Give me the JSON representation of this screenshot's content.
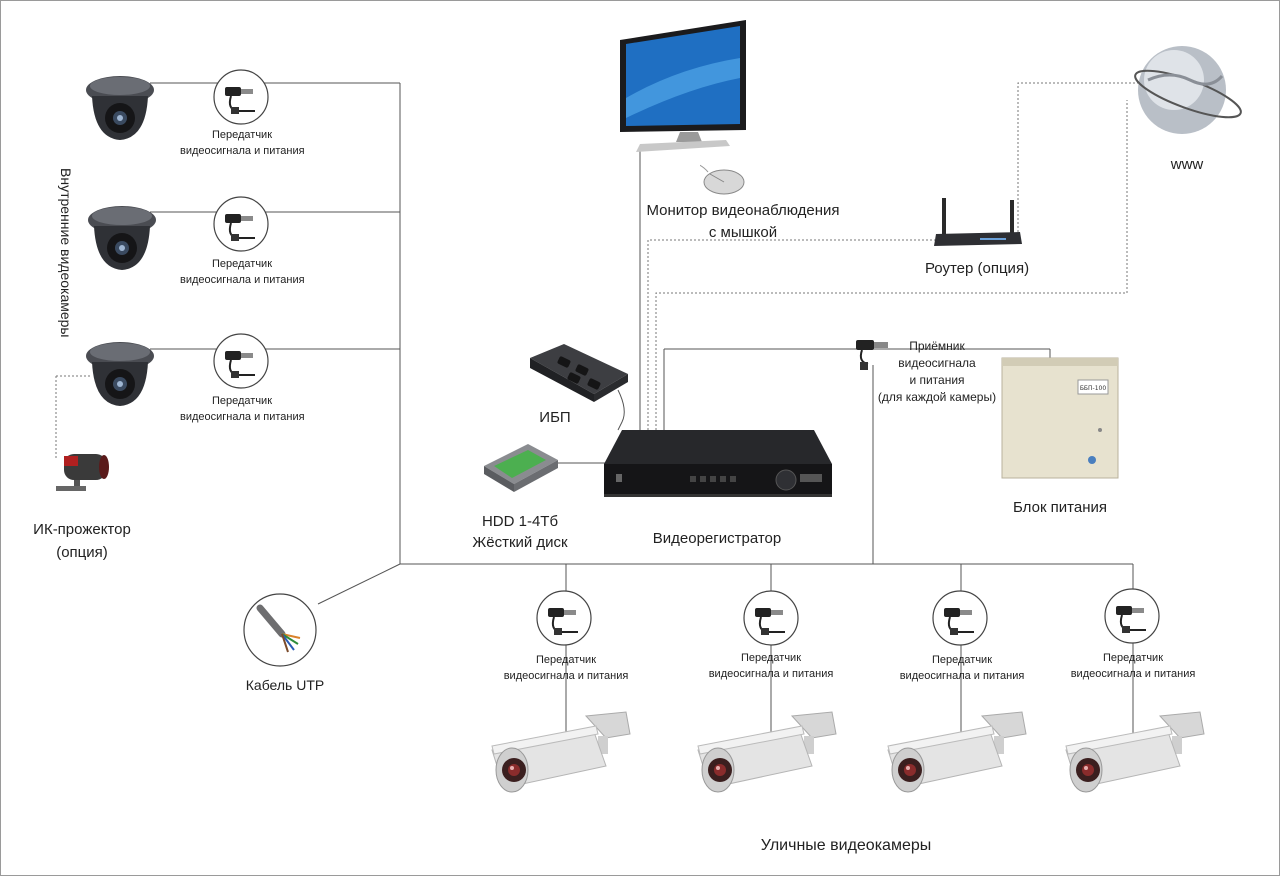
{
  "labels": {
    "indoor_cameras": "Внутренние видеокамеры",
    "transmitter_line1": "Передатчик",
    "transmitter_line2": "видеосигнала и питания",
    "ir_projector_line1": "ИК-прожектор",
    "ir_projector_line2": "(опция)",
    "utp_cable": "Кабель UTP",
    "ups": "ИБП",
    "hdd_line1": "HDD 1-4Тб",
    "hdd_line2": "Жёсткий диск",
    "dvr": "Видеорегистратор",
    "monitor_line1": "Монитор видеонаблюдения",
    "monitor_line2": "с мышкой",
    "router": "Роутер (опция)",
    "www": "www",
    "receiver_line1": "Приёмник",
    "receiver_line2": "видеосигнала",
    "receiver_line3": "и питания",
    "receiver_line4": "(для каждой камеры)",
    "power_supply": "Блок питания",
    "outdoor_cameras": "Уличные видеокамеры",
    "psu_model": "ББП-100"
  },
  "colors": {
    "wire": "#555555",
    "dashed_wire": "#777777",
    "device_dark": "#2e2f33",
    "camera_white": "#e4e4e4",
    "screen_blue": "#1f6fc2"
  },
  "icons": [
    "dome-camera-icon",
    "bullet-camera-icon",
    "balun-icon",
    "ir-projector-icon",
    "utp-cable-icon",
    "ups-icon",
    "hdd-icon",
    "dvr-icon",
    "monitor-icon",
    "mouse-icon",
    "router-icon",
    "globe-icon",
    "power-box-icon"
  ]
}
